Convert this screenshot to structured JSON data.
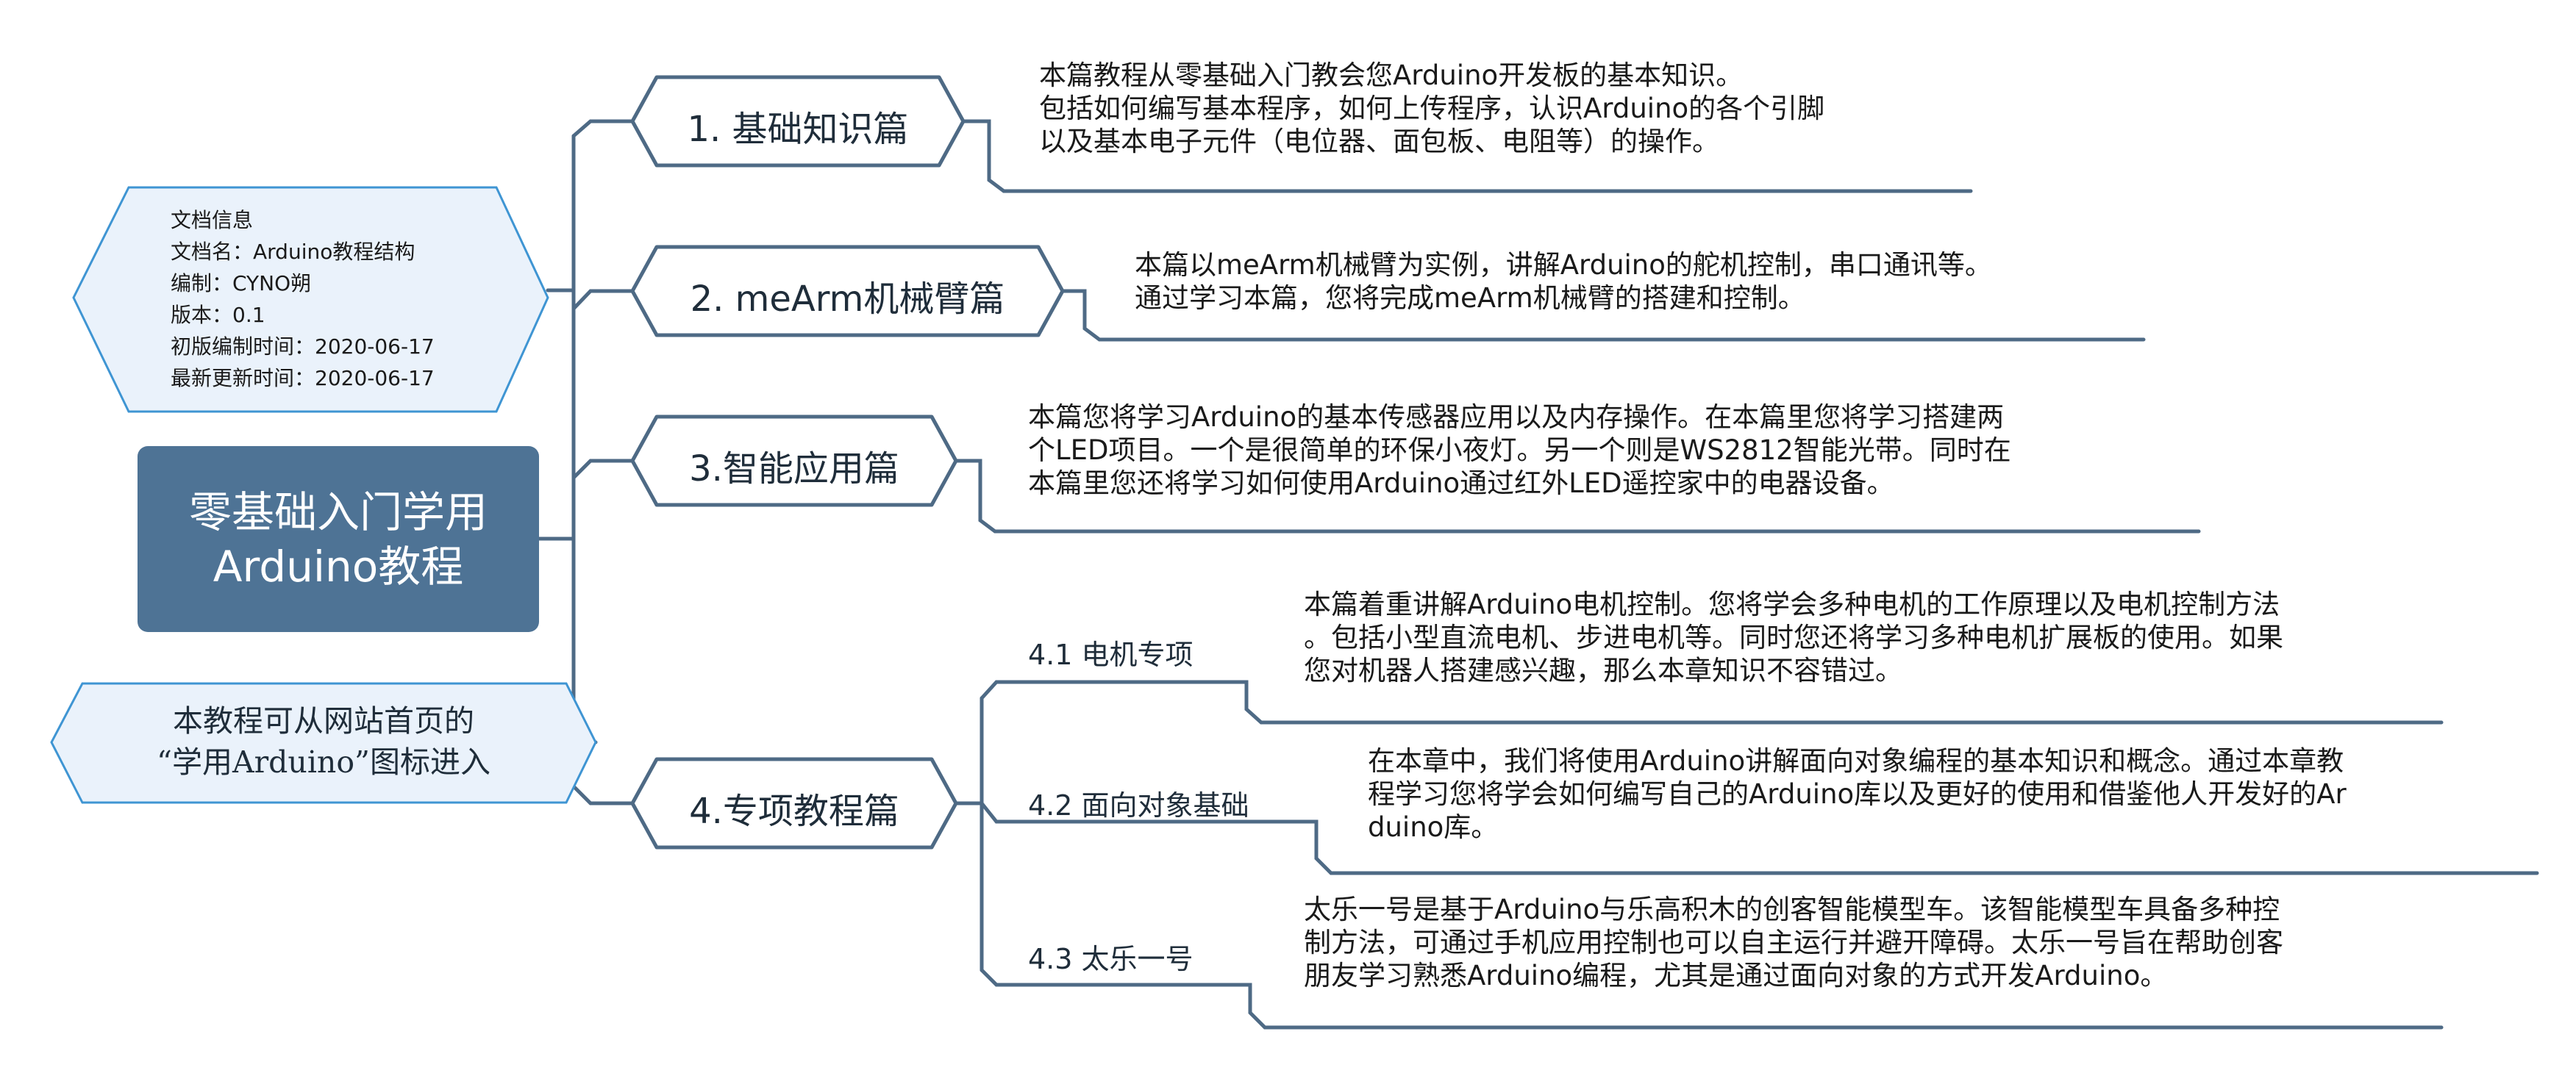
{
  "root": {
    "line1": "零基础入门学用",
    "line2": "Arduino教程"
  },
  "info_box": {
    "lines": [
      "文档信息",
      "文档名：Arduino教程结构",
      "编制：CYNO朔",
      "版本：0.1",
      "初版编制时间：2020-06-17",
      "最新更新时间：2020-06-17"
    ]
  },
  "note_box": {
    "line1": "本教程可从网站首页的",
    "line2": "“学用Arduino”图标进入"
  },
  "branches": [
    {
      "label": "1. 基础知识篇",
      "desc": [
        "本篇教程从零基础入门教会您Arduino开发板的基本知识。",
        "包括如何编写基本程序，如何上传程序，认识Arduino的各个引脚",
        "以及基本电子元件（电位器、面包板、电阻等）的操作。"
      ]
    },
    {
      "label": "2. meArm机械臂篇",
      "desc": [
        "本篇以meArm机械臂为实例，讲解Arduino的舵机控制，串口通讯等。",
        "通过学习本篇，您将完成meArm机械臂的搭建和控制。"
      ]
    },
    {
      "label": "3.智能应用篇",
      "desc": [
        "本篇您将学习Arduino的基本传感器应用以及内存操作。在本篇里您将学习搭建两",
        "个LED项目。一个是很简单的环保小夜灯。另一个则是WS2812智能光带。同时在",
        "本篇里您还将学习如何使用Arduino通过红外LED遥控家中的电器设备。"
      ]
    },
    {
      "label": "4.专项教程篇",
      "subs": [
        {
          "label": "4.1 电机专项",
          "desc": [
            "本篇着重讲解Arduino电机控制。您将学会多种电机的工作原理以及电机控制方法",
            "。包括小型直流电机、步进电机等。同时您还将学习多种电机扩展板的使用。如果",
            "您对机器人搭建感兴趣，那么本章知识不容错过。"
          ]
        },
        {
          "label": "4.2 面向对象基础",
          "desc": [
            "在本章中，我们将使用Arduino讲解面向对象编程的基本知识和概念。通过本章教",
            "程学习您将学会如何编写自己的Arduino库以及更好的使用和借鉴他人开发好的Ar",
            "duino库。"
          ]
        },
        {
          "label": "4.3 太乐一号",
          "desc": [
            "太乐一号是基于Arduino与乐高积木的创客智能模型车。该智能模型车具备多种控",
            "制方法，可通过手机应用控制也可以自主运行并避开障碍。太乐一号旨在帮助创客",
            "朋友学习熟悉Arduino编程，尤其是通过面向对象的方式开发Arduino。"
          ]
        }
      ]
    }
  ],
  "colors": {
    "connector": "#4e6a85",
    "root_fill": "#4e7395",
    "hex_fill": "#ffffff",
    "info_fill": "#eaf2fb",
    "info_stroke": "#3f95d3"
  }
}
